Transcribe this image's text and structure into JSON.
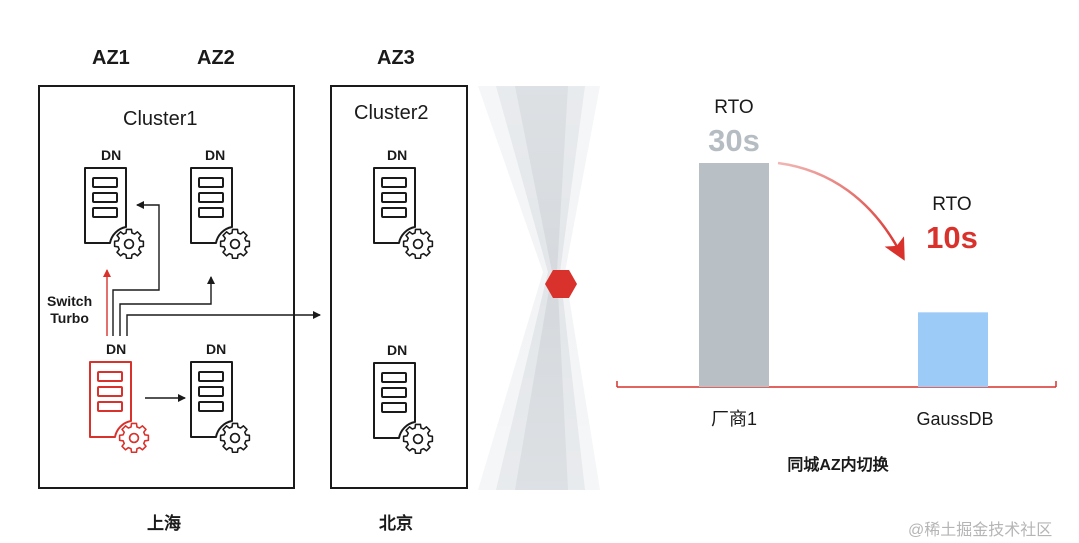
{
  "zones": {
    "az1": "AZ1",
    "az2": "AZ2",
    "az3": "AZ3"
  },
  "clusters": {
    "cluster1": "Cluster1",
    "cluster2": "Cluster2"
  },
  "node_label": "DN",
  "switch_label": [
    "Switch",
    "Turbo"
  ],
  "cities": {
    "shanghai": "上海",
    "beijing": "北京"
  },
  "colors": {
    "primary_red": "#d9312b",
    "bar_gray": "#b8c0c6",
    "bar_blue": "#9dcbf7",
    "text_gray": "#b5bdc3",
    "outline": "#1a1a1a"
  },
  "chart_data": {
    "type": "bar",
    "title": "",
    "xlabel": "同城AZ内切换",
    "ylabel": "",
    "categories": [
      "厂商1",
      "GaussDB"
    ],
    "series": [
      {
        "values": [
          30,
          10
        ],
        "point_labels": [
          {
            "name": "RTO",
            "value_text": "30s"
          },
          {
            "name": "RTO",
            "value_text": "10s"
          }
        ]
      }
    ],
    "ylim": [
      0,
      35
    ],
    "grid": false,
    "legend": "none"
  },
  "watermark": "@稀土掘金技术社区"
}
